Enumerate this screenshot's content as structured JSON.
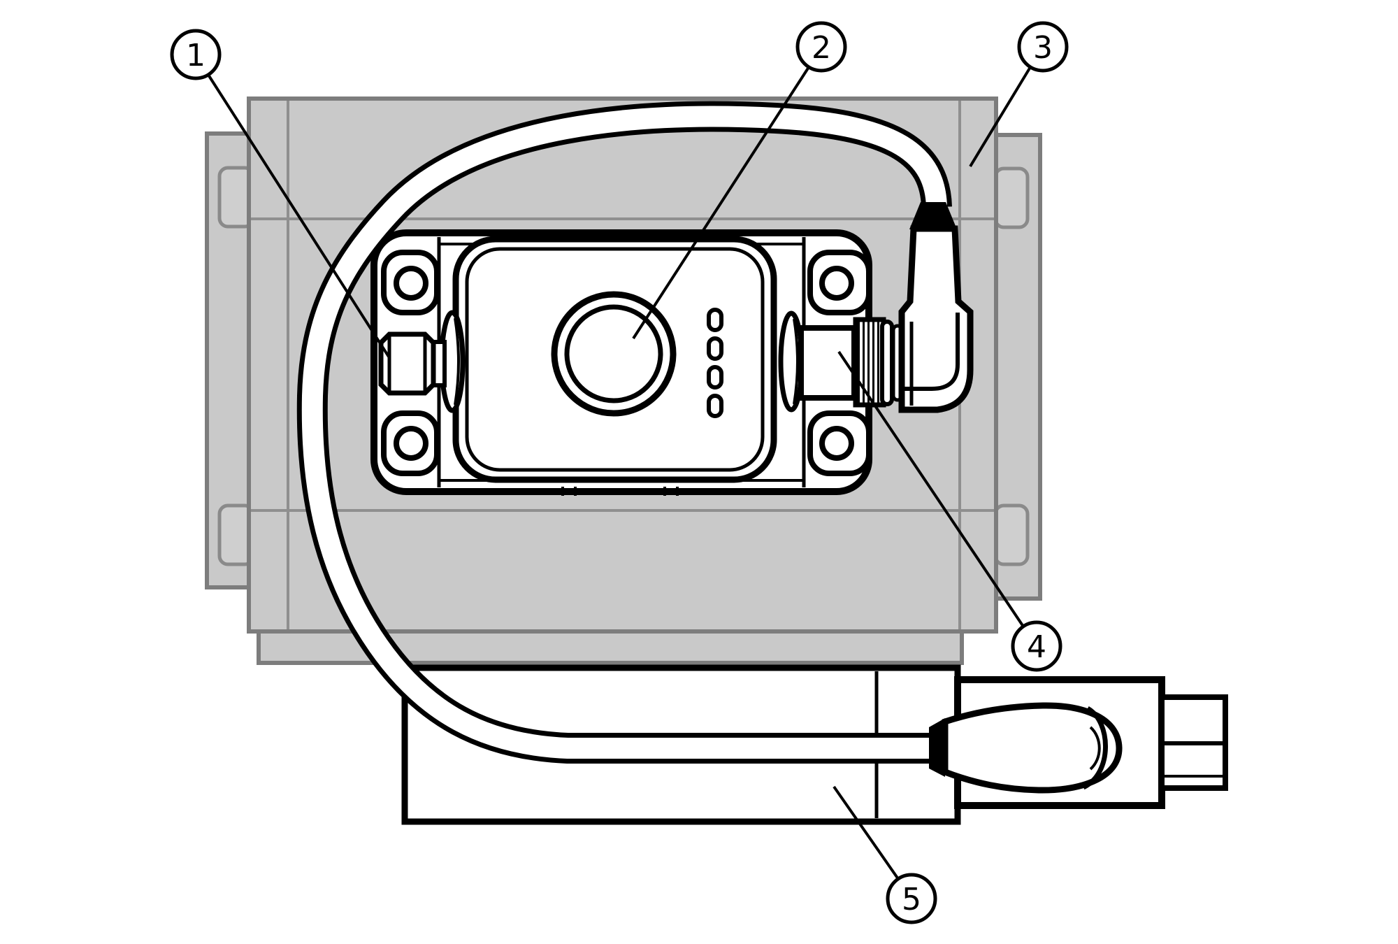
{
  "figure": {
    "kind": "technical-illustration",
    "callouts": [
      {
        "number": "1"
      },
      {
        "number": "2"
      },
      {
        "number": "3"
      },
      {
        "number": "4"
      },
      {
        "number": "5"
      }
    ]
  },
  "colors": {
    "background": "#ffffff",
    "panel_fill": "#c9c9c9",
    "panel_border": "#7d7d7d",
    "inner_line": "#8f8f8f",
    "tab_fill": "#cfcfcf",
    "outline": "#000000",
    "white": "#ffffff"
  }
}
